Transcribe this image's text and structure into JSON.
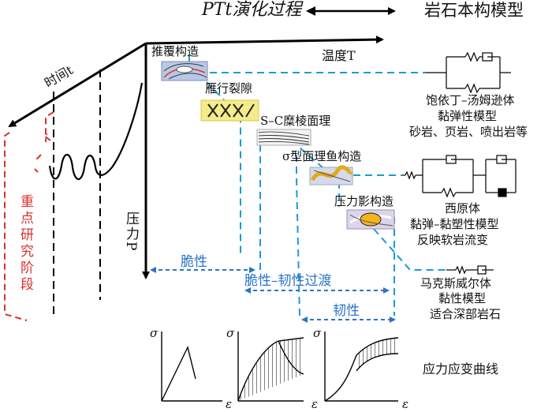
{
  "header": {
    "left": "PTt演化过程",
    "right": "岩石本构模型"
  },
  "axes": {
    "temperature": "温度T",
    "time": "时间t",
    "pressure": "压力P"
  },
  "structures": [
    {
      "label": "推覆构造"
    },
    {
      "label": "雁行裂隙"
    },
    {
      "label": "S–C糜棱面理"
    },
    {
      "label": "σ型面理鱼构造"
    },
    {
      "label": "压力影构造"
    }
  ],
  "models": [
    {
      "lines": [
        "饱依丁–汤姆逊体",
        "黏弹性模型",
        "砂岩、页岩、喷出岩等"
      ]
    },
    {
      "lines": [
        "西原体",
        "黏弹–黏塑性模型",
        "反映软岩流变"
      ]
    },
    {
      "lines": [
        "马克斯威尔体",
        "黏性模型",
        "适合深部岩石"
      ]
    }
  ],
  "regimes": {
    "brittle": "脆性",
    "transition": "脆性–韧性过渡",
    "ductile": "韧性"
  },
  "focus_stage": "重点研究阶段",
  "curves": {
    "y_label": "σ",
    "x_label": "ε",
    "caption": "应力应变曲线"
  },
  "colors": {
    "axis": "#000000",
    "dashed_guide": "#1a9bd7",
    "regime_text": "#2a74c9",
    "focus_box": "#d9302b",
    "crack_band": "#f4ec8a",
    "ellipse_fill": "#f3b51e"
  }
}
